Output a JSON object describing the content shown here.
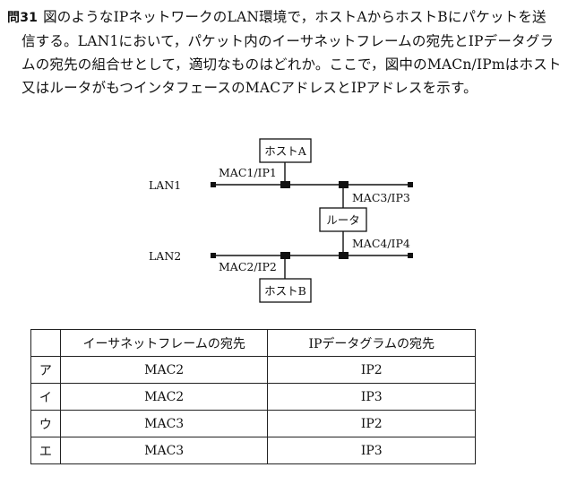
{
  "question": {
    "number": "問31",
    "lines": [
      "図のようなIPネットワークのLAN環境で，ホストAからホストBにパケットを送",
      "信する。LAN1において，パケット内のイーサネットフレームの宛先とIPデータグラ",
      "ムの宛先の組合せとして，適切なものはどれか。ここで，図中のMACn/IPmはホスト",
      "又はルータがもつインタフェースのMACアドレスとIPアドレスを示す。"
    ]
  },
  "diagram": {
    "lan1_label": "LAN1",
    "lan2_label": "LAN2",
    "host_a": "ホストA",
    "host_b": "ホストB",
    "router": "ルータ",
    "mac1_ip1": "MAC1/IP1",
    "mac2_ip2": "MAC2/IP2",
    "mac3_ip3": "MAC3/IP3",
    "mac4_ip4": "MAC4/IP4"
  },
  "table": {
    "headers": [
      "",
      "イーサネットフレームの宛先",
      "IPデータグラムの宛先"
    ],
    "rows": [
      [
        "ア",
        "MAC2",
        "IP2"
      ],
      [
        "イ",
        "MAC2",
        "IP3"
      ],
      [
        "ウ",
        "MAC3",
        "IP2"
      ],
      [
        "エ",
        "MAC3",
        "IP3"
      ]
    ]
  }
}
